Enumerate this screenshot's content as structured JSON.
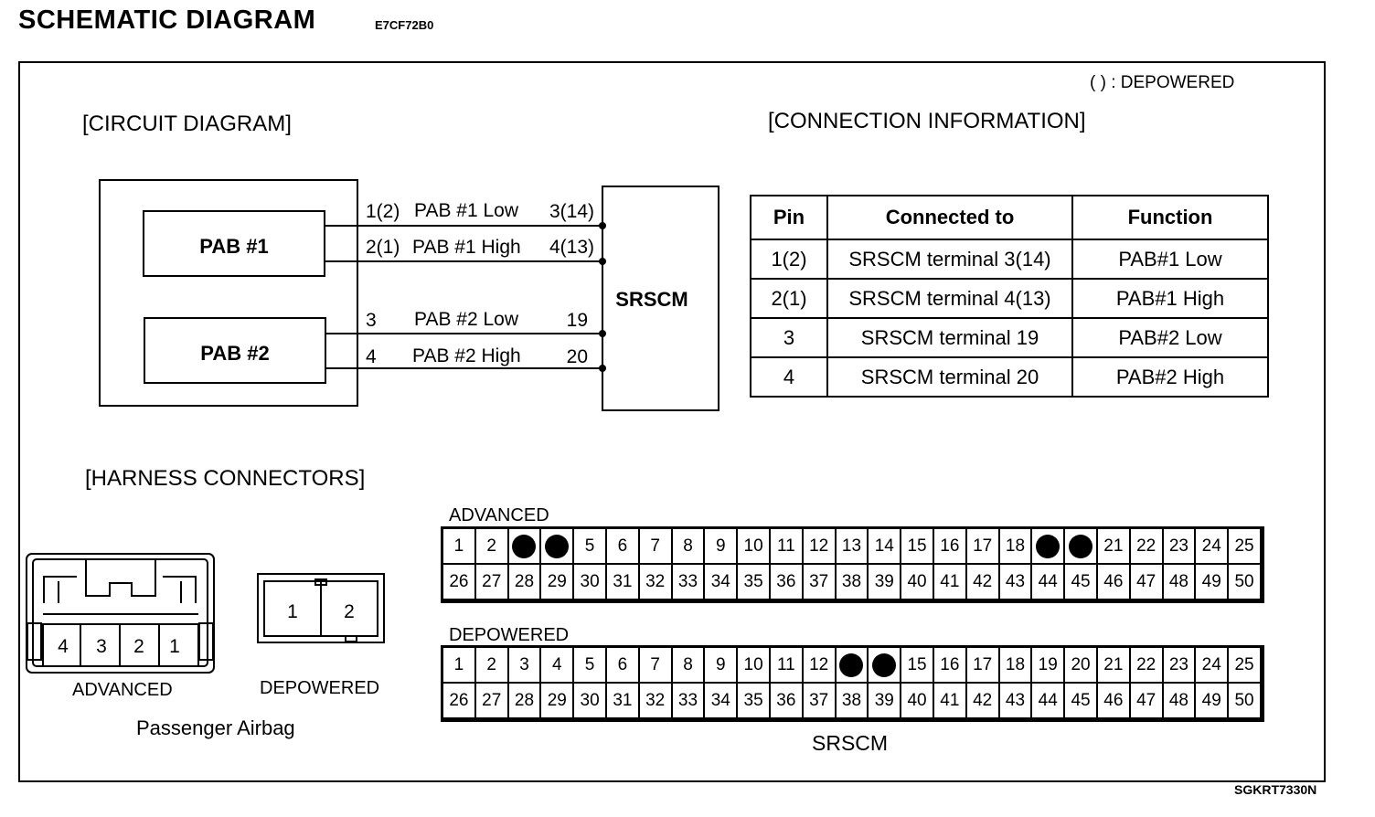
{
  "header": {
    "title": "SCHEMATIC DIAGRAM",
    "code": "E7CF72B0"
  },
  "legend": "(    ) : DEPOWERED",
  "footer_code": "SGKRT7330N",
  "circuit": {
    "heading": "[CIRCUIT DIAGRAM]",
    "pab1_label": "PAB #1",
    "pab2_label": "PAB #2",
    "srscm_label": "SRSCM",
    "wires": [
      {
        "left_pin": "1(2)",
        "name": "PAB #1 Low",
        "right_pin": "3(14)"
      },
      {
        "left_pin": "2(1)",
        "name": "PAB #1 High",
        "right_pin": "4(13)"
      },
      {
        "left_pin": "3",
        "name": "PAB #2 Low",
        "right_pin": "19"
      },
      {
        "left_pin": "4",
        "name": "PAB #2 High",
        "right_pin": "20"
      }
    ]
  },
  "connection": {
    "heading": "[CONNECTION INFORMATION]",
    "columns": [
      "Pin",
      "Connected to",
      "Function"
    ],
    "rows": [
      [
        "1(2)",
        "SRSCM terminal 3(14)",
        "PAB#1 Low"
      ],
      [
        "2(1)",
        "SRSCM terminal 4(13)",
        "PAB#1 High"
      ],
      [
        "3",
        "SRSCM terminal 19",
        "PAB#2 Low"
      ],
      [
        "4",
        "SRSCM terminal 20",
        "PAB#2 High"
      ]
    ]
  },
  "harness": {
    "heading": "[HARNESS CONNECTORS]",
    "advanced_label": "ADVANCED",
    "depowered_label": "DEPOWERED",
    "pab_caption": "Passenger Airbag",
    "advanced_pins": [
      "4",
      "3",
      "2",
      "1"
    ],
    "depowered_pins": [
      "1",
      "2"
    ]
  },
  "srscm_connectors": {
    "caption": "SRSCM",
    "advanced": {
      "label": "ADVANCED",
      "row1": [
        "1",
        "2",
        "●",
        "●",
        "5",
        "6",
        "7",
        "8",
        "9",
        "10",
        "11",
        "12",
        "13",
        "14",
        "15",
        "16",
        "17",
        "18",
        "●",
        "●",
        "21",
        "22",
        "23",
        "24",
        "25"
      ],
      "row2": [
        "26",
        "27",
        "28",
        "29",
        "30",
        "31",
        "32",
        "33",
        "34",
        "35",
        "36",
        "37",
        "38",
        "39",
        "40",
        "41",
        "42",
        "43",
        "44",
        "45",
        "46",
        "47",
        "48",
        "49",
        "50"
      ]
    },
    "depowered": {
      "label": "DEPOWERED",
      "row1": [
        "1",
        "2",
        "3",
        "4",
        "5",
        "6",
        "7",
        "8",
        "9",
        "10",
        "11",
        "12",
        "●",
        "●",
        "15",
        "16",
        "17",
        "18",
        "19",
        "20",
        "21",
        "22",
        "23",
        "24",
        "25"
      ],
      "row2": [
        "26",
        "27",
        "28",
        "29",
        "30",
        "31",
        "32",
        "33",
        "34",
        "35",
        "36",
        "37",
        "38",
        "39",
        "40",
        "41",
        "42",
        "43",
        "44",
        "45",
        "46",
        "47",
        "48",
        "49",
        "50"
      ]
    }
  }
}
